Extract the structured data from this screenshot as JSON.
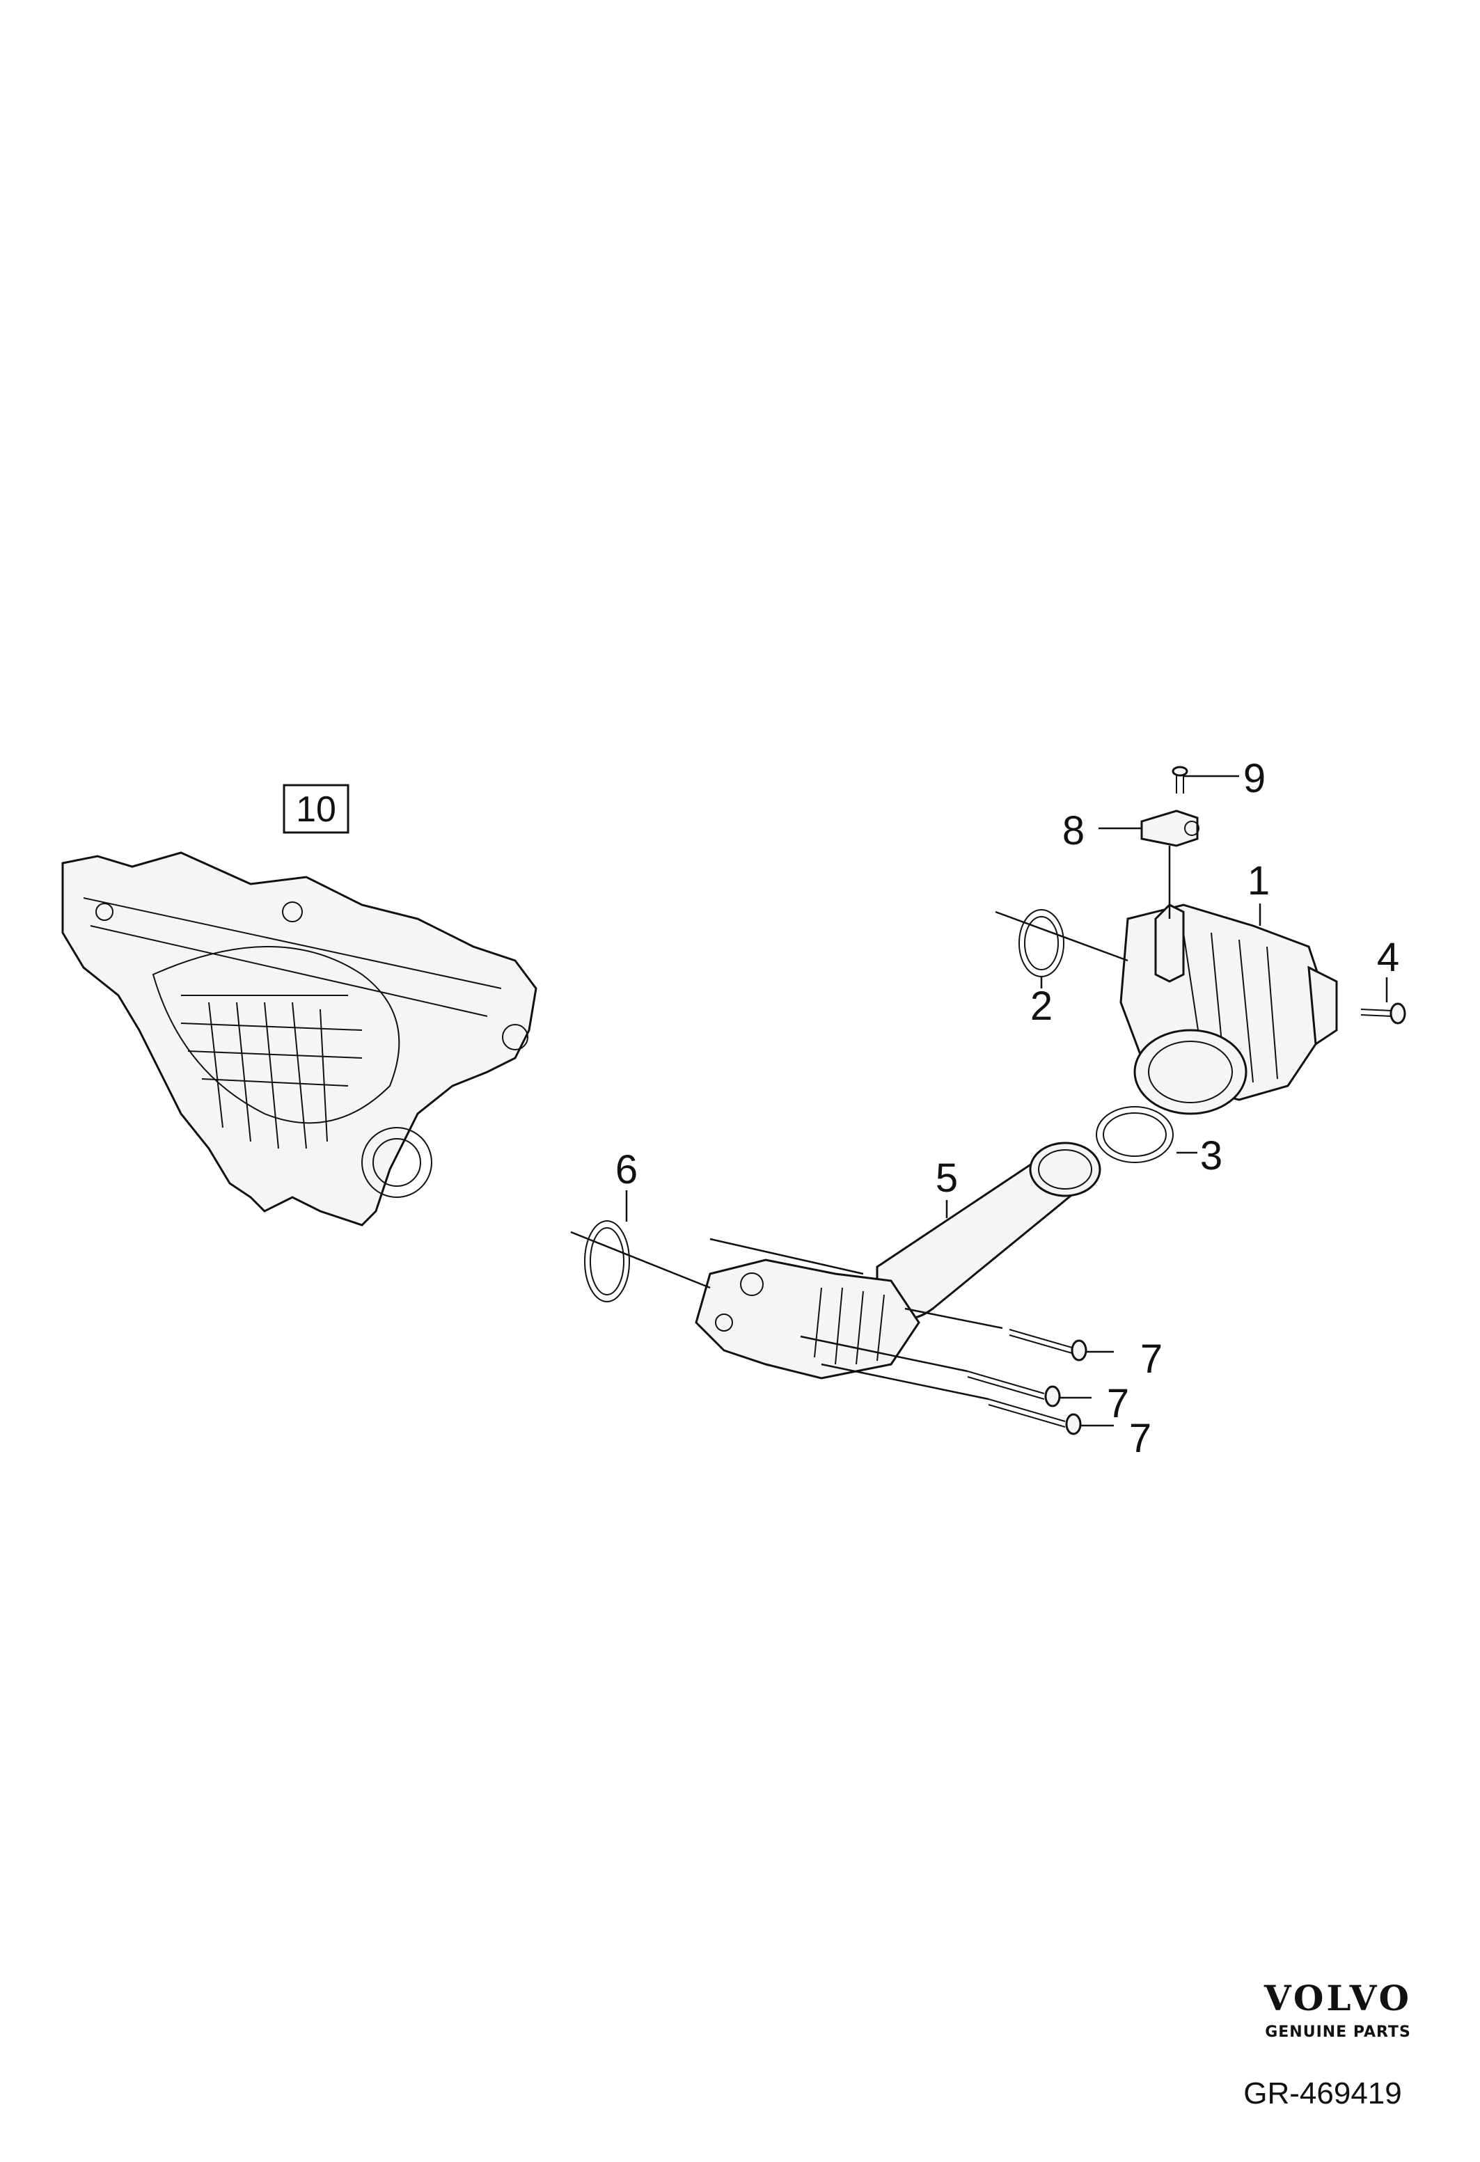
{
  "callouts": {
    "c1": "1",
    "c2": "2",
    "c3": "3",
    "c4": "4",
    "c5": "5",
    "c6": "6",
    "c7a": "7",
    "c7b": "7",
    "c7c": "7",
    "c8": "8",
    "c9": "9",
    "c10": "10"
  },
  "brand": {
    "name": "VOLVO",
    "tagline": "GENUINE PARTS"
  },
  "reference": "GR-469419",
  "colors": {
    "ink": "#111111",
    "paper": "#ffffff"
  }
}
